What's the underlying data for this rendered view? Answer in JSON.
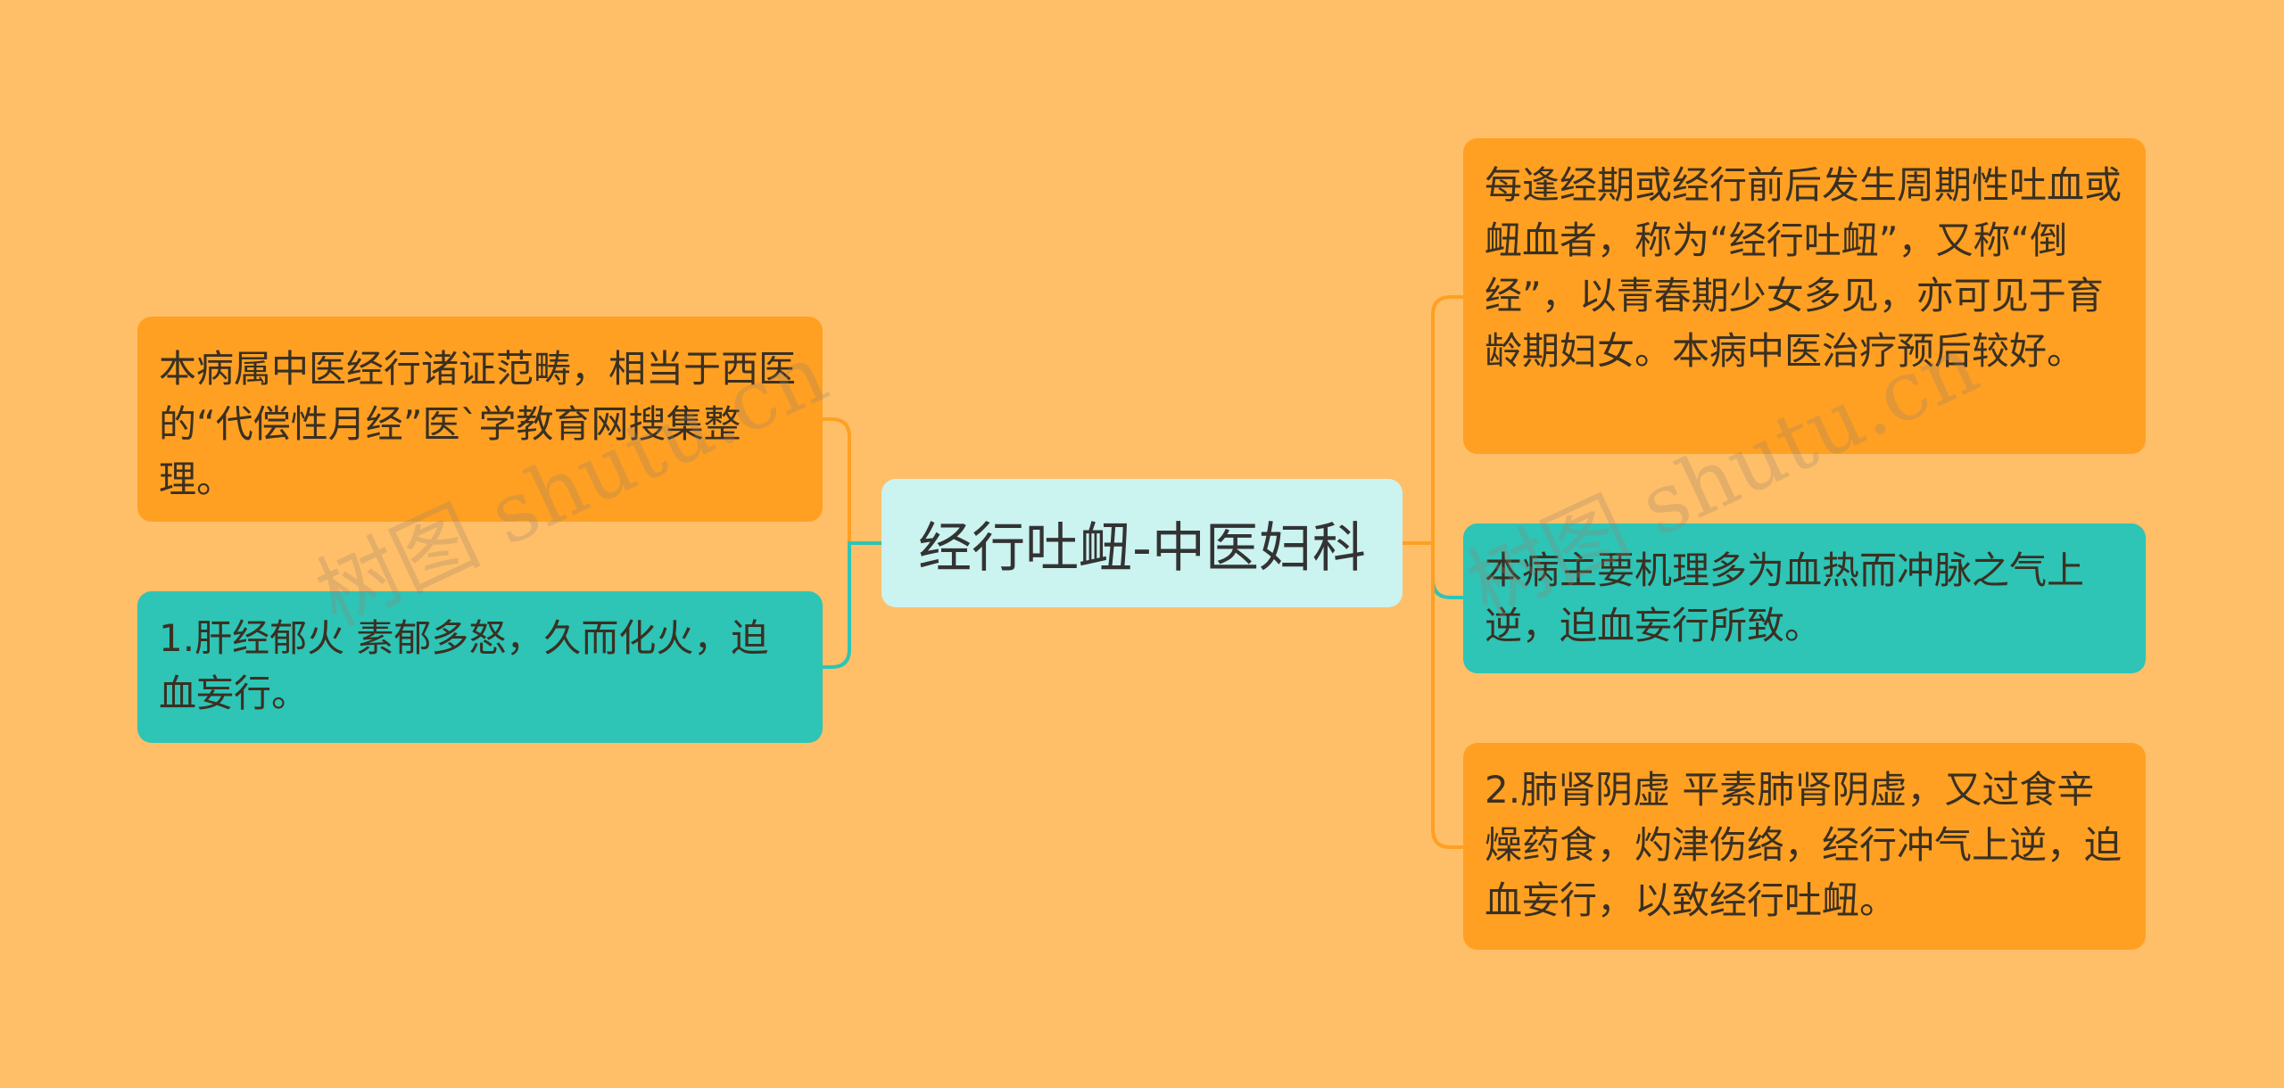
{
  "root": {
    "label": "经行吐衄-中医妇科",
    "color": "#CBF3F0"
  },
  "branches": [
    {
      "id": "l1",
      "text": "本病属中医经行诸证范畴，相当于西医的“代偿性月经”医`学教育网搜集整理。",
      "color": "#FFA022",
      "line_color": "#FFA022"
    },
    {
      "id": "l2",
      "text": "1.肝经郁火 素郁多怒，久而化火，迫血妄行。",
      "color": "#2EC4B6",
      "line_color": "#2EC4B6"
    },
    {
      "id": "r1",
      "text": "每逢经期或经行前后发生周期性吐血或衄血者，称为“经行吐衄”，又称“倒经”，以青春期少女多见，亦可见于育龄期妇女。本病中医治疗预后较好。",
      "color": "#FFA022",
      "line_color": "#FFA022"
    },
    {
      "id": "r2",
      "text": "本病主要机理多为血热而冲脉之气上逆，迫血妄行所致。",
      "color": "#2EC4B6",
      "line_color": "#2EC4B6"
    },
    {
      "id": "r3",
      "text": "2.肺肾阴虚 平素肺肾阴虚，又过食辛燥药食，灼津伤络，经行冲气上逆，迫血妄行，以致经行吐衄。",
      "color": "#FFA022",
      "line_color": "#FFA022"
    }
  ],
  "watermarks": [
    "树图 shutu.cn",
    "树图 shutu.cn"
  ],
  "colors": {
    "background": "#FFBF69"
  }
}
